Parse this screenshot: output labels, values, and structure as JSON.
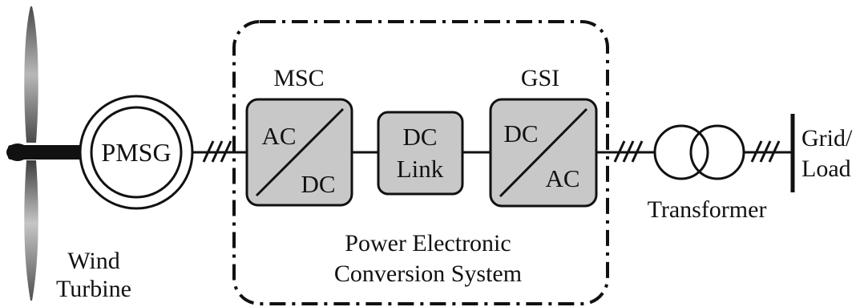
{
  "wind_turbine": {
    "label_line1": "Wind",
    "label_line2": "Turbine"
  },
  "generator": {
    "label": "PMSG"
  },
  "conversion_system": {
    "label_line1": "Power Electronic",
    "label_line2": "Conversion System"
  },
  "msc": {
    "title": "MSC",
    "top": "AC",
    "bottom": "DC"
  },
  "dc_link": {
    "line1": "DC",
    "line2": "Link"
  },
  "gsi": {
    "title": "GSI",
    "top": "DC",
    "bottom": "AC"
  },
  "transformer": {
    "label": "Transformer"
  },
  "grid": {
    "label_line1": "Grid/",
    "label_line2": "Load"
  },
  "colors": {
    "block_fill": "#c8c8c8",
    "line": "#111111",
    "blade_dark": "#5a5a5a",
    "blade_light": "#bdbdbd"
  }
}
